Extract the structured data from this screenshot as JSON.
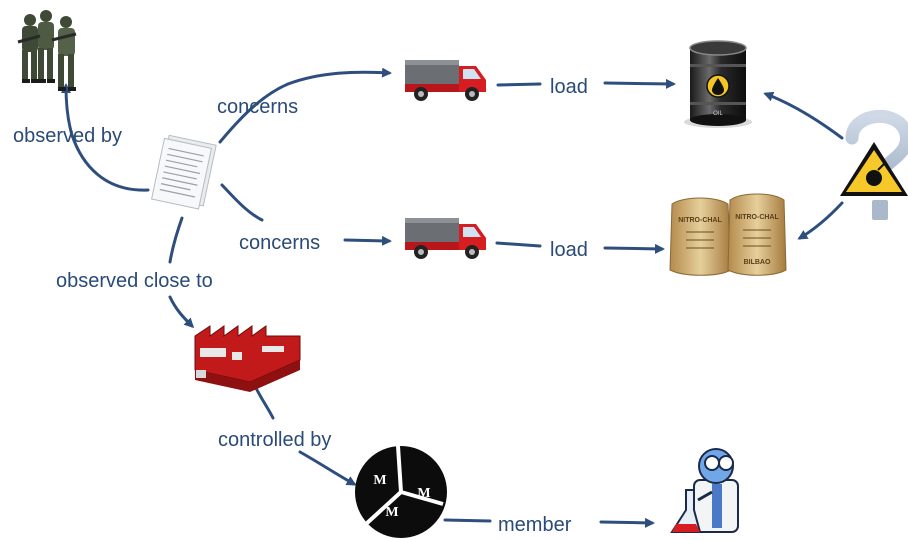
{
  "edges": {
    "observed_by": "observed by",
    "concerns_top": "concerns",
    "concerns_bottom": "concerns",
    "load_top": "load",
    "load_bottom": "load",
    "observed_close_to": "observed close to",
    "controlled_by": "controlled by",
    "member": "member"
  },
  "nodes": {
    "oil_barrel_label": "OIL",
    "bag_left_text": "NITRO-CHAL",
    "bag_right_text": "NITRO-CHAL",
    "bag_bottom_text": "BILBAO",
    "org_letter": "M"
  },
  "icons": [
    "soldiers-icon",
    "report-document-icon",
    "truck-icon",
    "oil-barrel-icon",
    "fertilizer-sacks-icon",
    "explosive-hazard-question-icon",
    "factory-icon",
    "organization-logo-icon",
    "chemist-icon"
  ],
  "colors": {
    "edge": "#2e4f7e",
    "label": "#2a4a78",
    "truck_red": "#c8161b",
    "factory_red": "#c21a1a",
    "warning_yellow": "#f7c82a"
  }
}
